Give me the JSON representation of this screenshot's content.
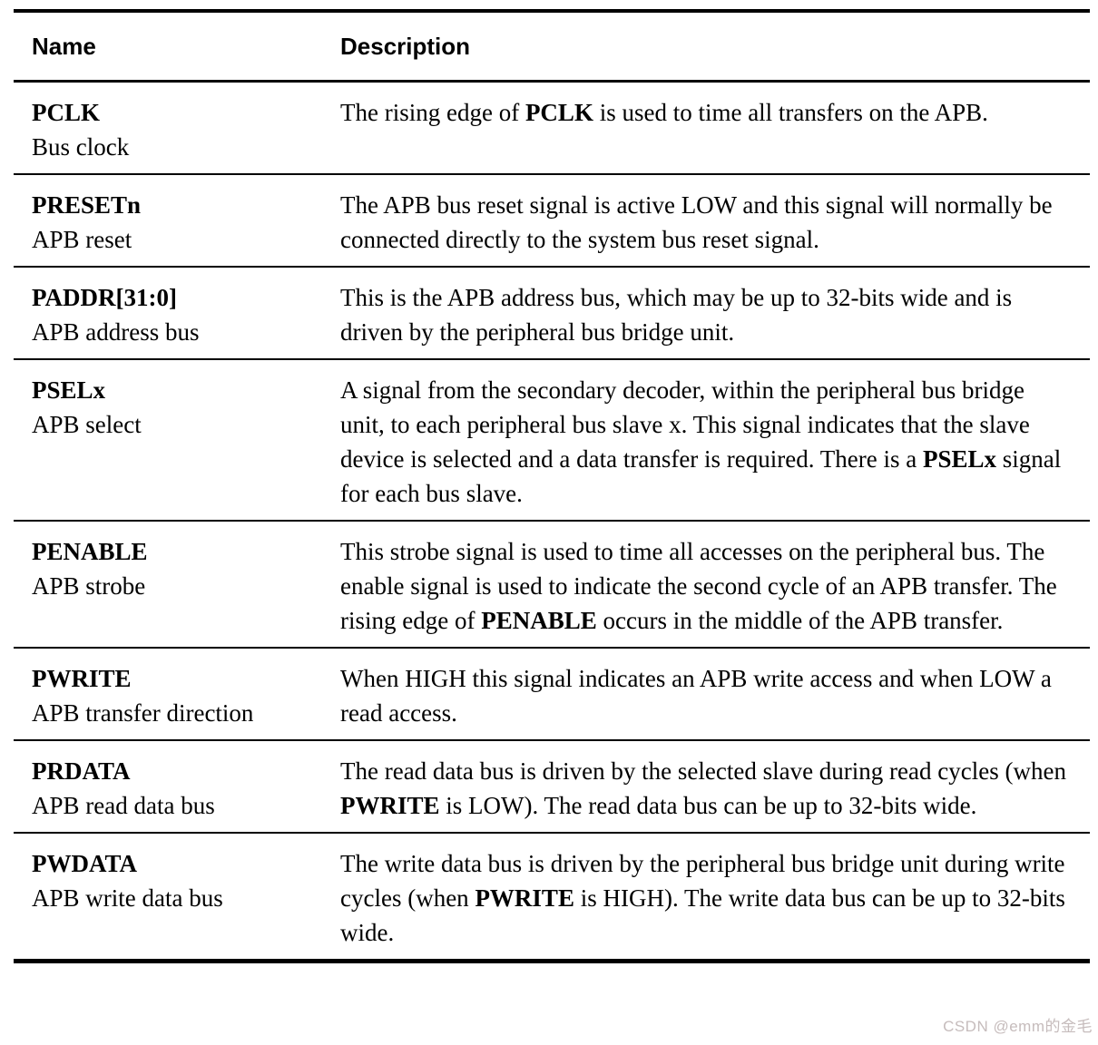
{
  "page": {
    "background": "#ffffff",
    "text_color": "#000000",
    "rule_color": "#000000"
  },
  "watermark": {
    "text": "CSDN @emm的金毛",
    "color": "#c6bcbc"
  },
  "table": {
    "columns": [
      {
        "label": "Name"
      },
      {
        "label": "Description"
      }
    ],
    "rows": [
      {
        "name": "PCLK",
        "subtitle": "Bus clock",
        "description": [
          {
            "text": "The rising edge of ",
            "bold": false
          },
          {
            "text": "PCLK",
            "bold": true
          },
          {
            "text": " is used to time all transfers on the APB.",
            "bold": false
          }
        ]
      },
      {
        "name": "PRESETn",
        "subtitle": "APB reset",
        "description": [
          {
            "text": "The APB bus reset signal is active LOW and this signal will normally be connected directly to the system bus reset signal.",
            "bold": false
          }
        ]
      },
      {
        "name": "PADDR[31:0]",
        "subtitle": "APB address bus",
        "description": [
          {
            "text": "This is the APB address bus, which may be up to 32-bits wide and is driven by the peripheral bus bridge unit.",
            "bold": false
          }
        ]
      },
      {
        "name": "PSELx",
        "subtitle": "APB select",
        "description": [
          {
            "text": "A signal from the secondary decoder, within the peripheral bus bridge unit, to each peripheral bus slave x. This signal indicates that the slave device is selected and a data transfer is required. There is a ",
            "bold": false
          },
          {
            "text": "PSELx",
            "bold": true
          },
          {
            "text": " signal for each bus slave.",
            "bold": false
          }
        ]
      },
      {
        "name": "PENABLE",
        "subtitle": "APB strobe",
        "description": [
          {
            "text": "This strobe signal is used to time all accesses on the peripheral bus. The enable signal is used to indicate the second cycle of an APB transfer. The rising edge of ",
            "bold": false
          },
          {
            "text": "PENABLE",
            "bold": true
          },
          {
            "text": " occurs in the middle of the APB transfer.",
            "bold": false
          }
        ]
      },
      {
        "name": "PWRITE",
        "subtitle": "APB transfer direction",
        "description": [
          {
            "text": "When HIGH this signal indicates an APB write access and when LOW a read access.",
            "bold": false
          }
        ]
      },
      {
        "name": "PRDATA",
        "subtitle": "APB read data bus",
        "description": [
          {
            "text": "The read data bus is driven by the selected slave during read cycles (when ",
            "bold": false
          },
          {
            "text": "PWRITE",
            "bold": true
          },
          {
            "text": " is LOW). The read data bus can be up to 32-bits wide.",
            "bold": false
          }
        ]
      },
      {
        "name": "PWDATA",
        "subtitle": "APB write data bus",
        "description": [
          {
            "text": "The write data bus is driven by the peripheral bus bridge unit during write cycles (when ",
            "bold": false
          },
          {
            "text": "PWRITE",
            "bold": true
          },
          {
            "text": " is HIGH). The write data bus can be up to 32-bits wide.",
            "bold": false
          }
        ]
      }
    ]
  }
}
